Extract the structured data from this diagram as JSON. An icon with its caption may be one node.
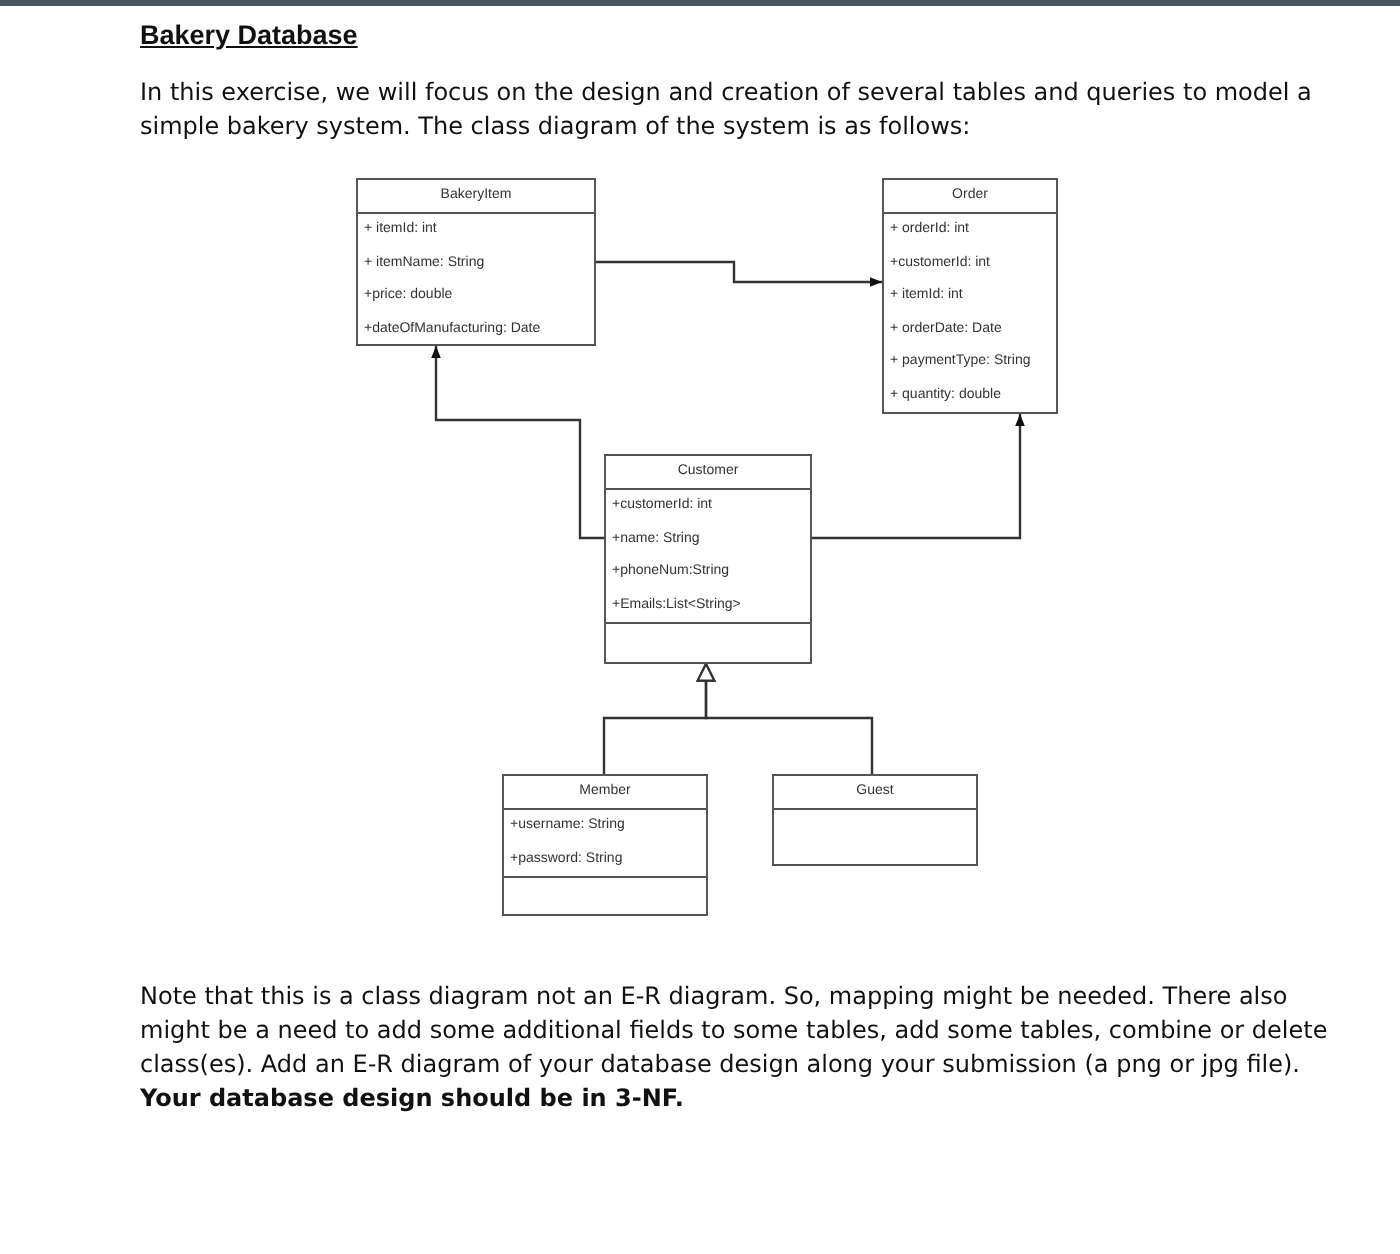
{
  "diagram": {
    "title": "Bakery Database",
    "nodes": [
      {
        "text": [
          "BakeryItem",
          "+ itemId: int",
          "+ itemName: String",
          "+price: double",
          "+dateOfManufacturing: Date"
        ]
      },
      {
        "text": [
          "Order",
          "+ orderId: int",
          "+customerId: int",
          "+ itemId: int",
          "+ orderDate: Date",
          "+ paymentType: String",
          "+ quantity: double"
        ]
      },
      {
        "text": [
          "Customer",
          "+customerId: int",
          "+name: String",
          "+phoneNum:String",
          "+Emails:List<String>"
        ]
      },
      {
        "text": [
          "Member",
          "+username: String",
          "+password: String"
        ]
      },
      {
        "text": [
          "Guest"
        ]
      }
    ],
    "edges": [
      {
        "from": 0,
        "to": 1,
        "arrow": "to"
      },
      {
        "from": 2,
        "to": 0,
        "arrow": "to"
      },
      {
        "from": 2,
        "to": 1,
        "arrow": "to"
      },
      {
        "from": 3,
        "to": 2,
        "arrow": "to"
      },
      {
        "from": 4,
        "to": 2,
        "arrow": "to"
      }
    ],
    "labels": [
      "In this exercise, we will focus on the design and creation of several tables and queries to model a simple bakery system. The class diagram of the system is as follows:",
      "Note that this is a class diagram not an E-R diagram. So, mapping might be needed. There also might be a need to add some additional fields to some tables, add some tables, combine or delete class(es). Add an E-R diagram of your database design along your submission (a png or jpg file). **Your database design should be in 3-NF.**"
    ]
  }
}
